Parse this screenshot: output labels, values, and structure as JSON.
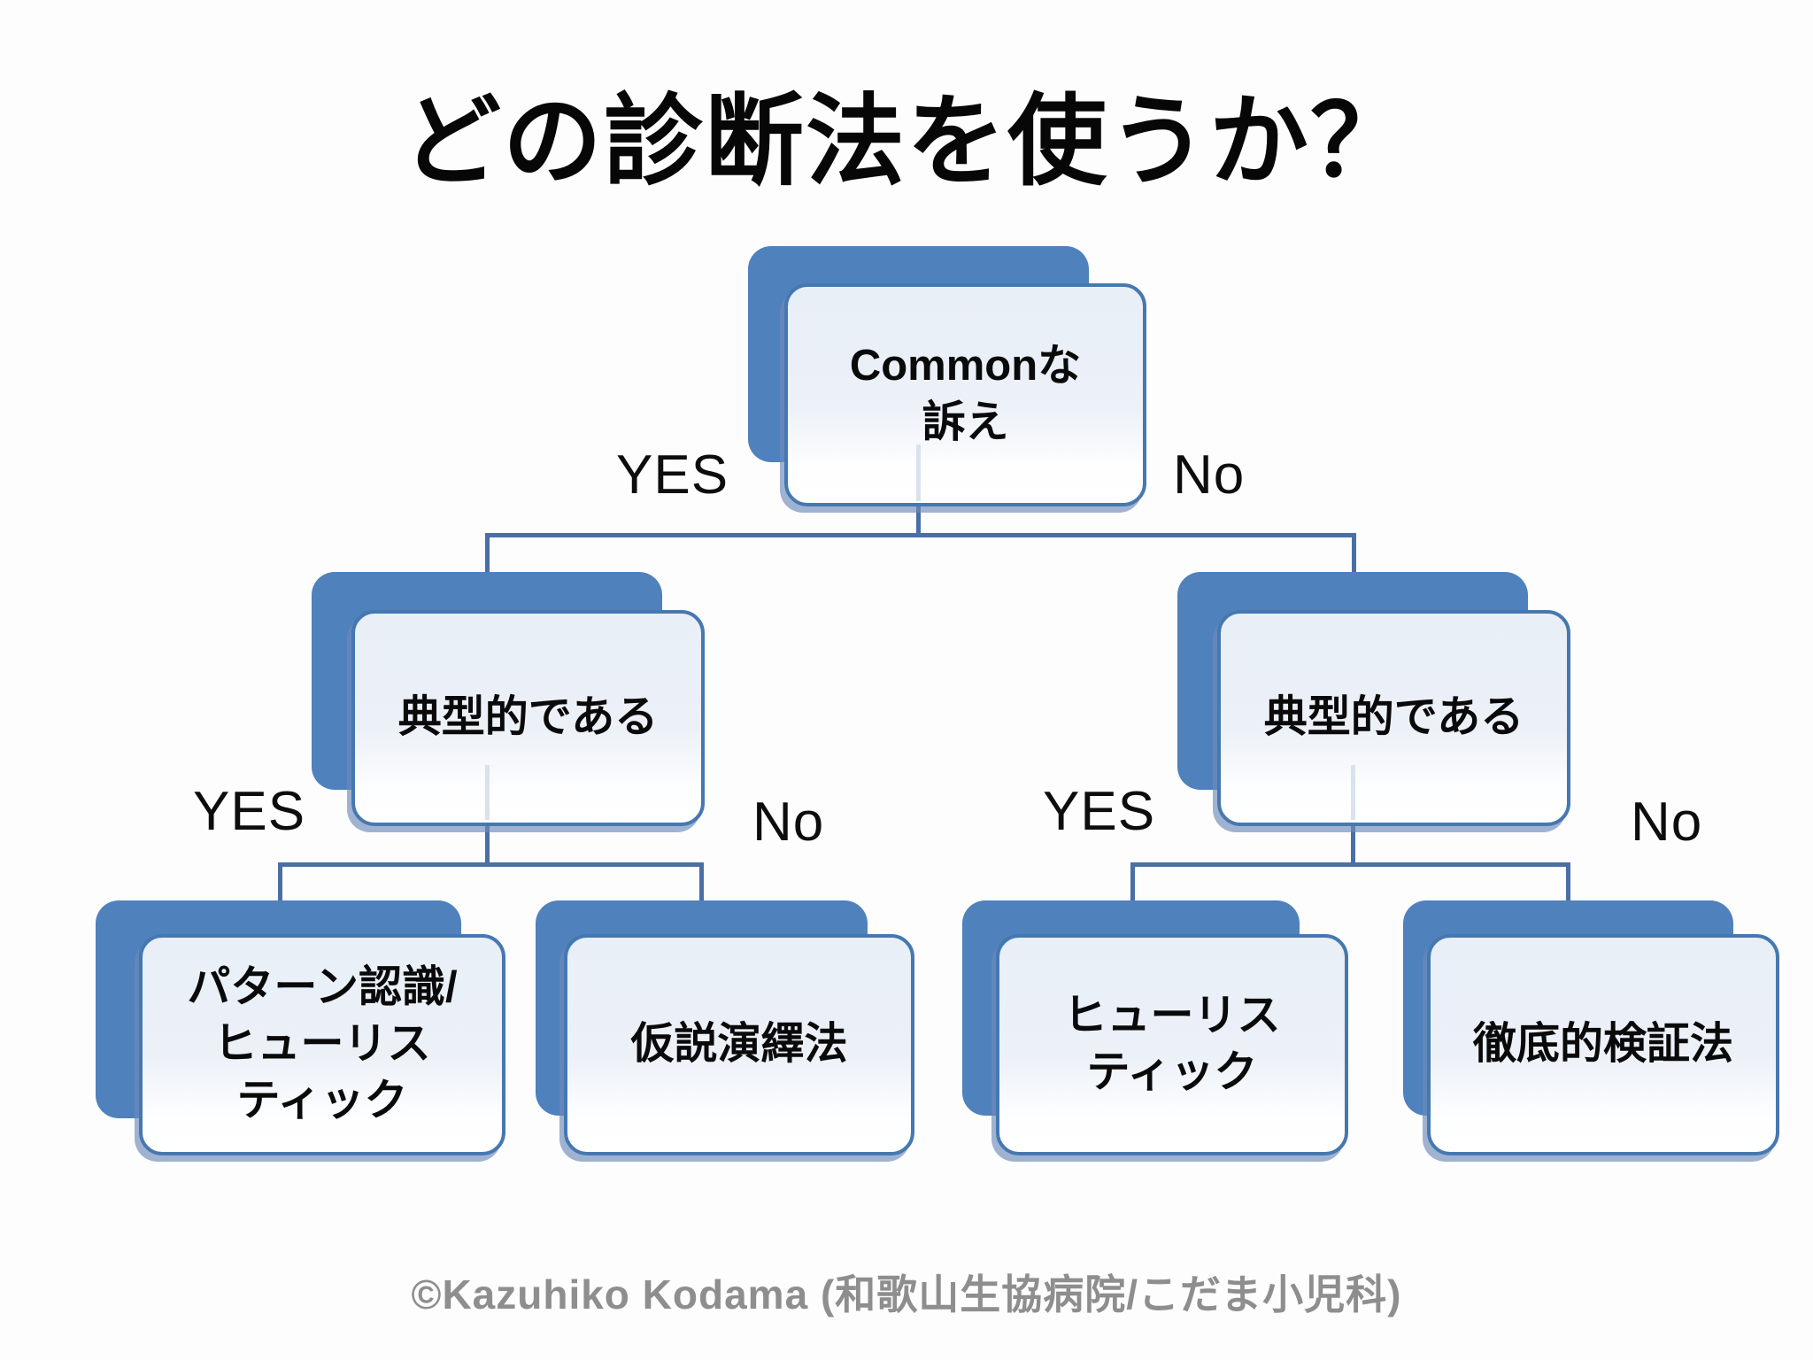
{
  "title": "どの診断法を使うか？",
  "footer": "©Kazuhiko Kodama (和歌山生協病院/こだま小児科)",
  "colors": {
    "node_fill_blue": "#4f81bd",
    "node_border_blue": "#4678b0",
    "connector_blue": "#4a6fa5",
    "card_fill_light": "#eaf0f8",
    "footer_gray": "#8e8e8e",
    "text_black": "#0a0a0a"
  },
  "nodes": {
    "root": {
      "label": "Commonな\n訴え"
    },
    "left_branch": {
      "label": "典型的である"
    },
    "right_branch": {
      "label": "典型的である"
    },
    "leaf_pattern_recognition": {
      "label": "パターン認識/\nヒューリス\nティック"
    },
    "leaf_hypothetico_deductive": {
      "label": "仮説演繹法"
    },
    "leaf_heuristic": {
      "label": "ヒューリス\nティック"
    },
    "leaf_exhaustive_verification": {
      "label": "徹底的検証法"
    }
  },
  "edge_labels": {
    "root_yes": "YES",
    "root_no": "No",
    "left_yes": "YES",
    "left_no": "No",
    "right_yes": "YES",
    "right_no": "No"
  }
}
